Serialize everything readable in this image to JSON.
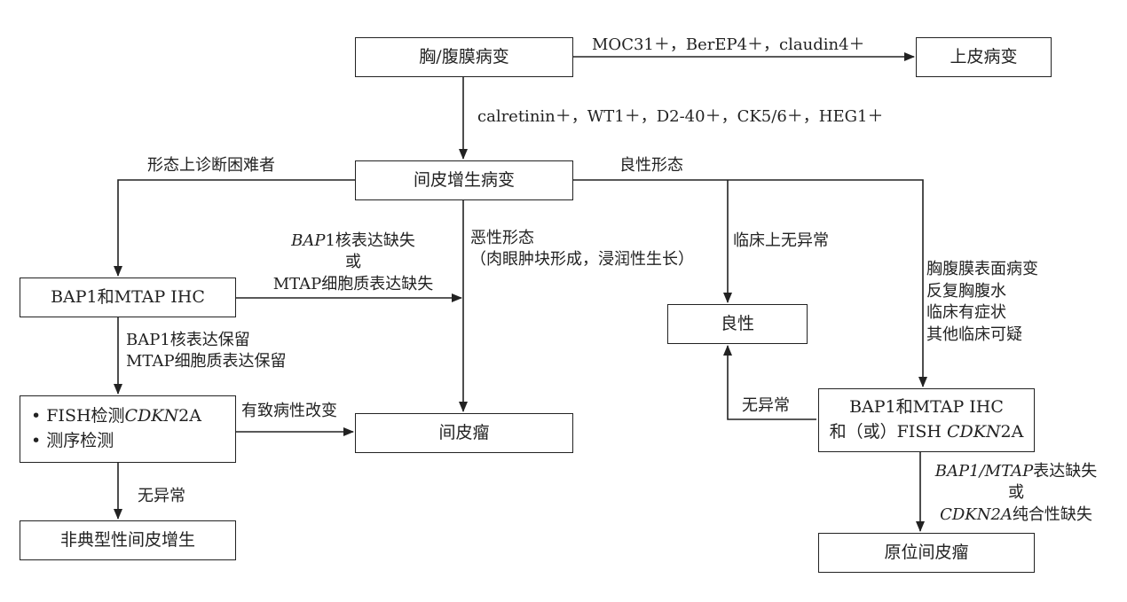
{
  "nodes": {
    "start": "胸/腹膜病变",
    "epithelial": "上皮病变",
    "proliferation": "间皮增生病变",
    "bap1_ihc": "BAP1和MTAP IHC",
    "benign": "良性",
    "fish_bullets": {
      "b1_prefix": "FISH检测",
      "b1_gene": "CDKN",
      "b1_gene_suffix": "2A",
      "b2": "测序检测"
    },
    "mesothelioma": "间皮瘤",
    "atypical": "非典型性间皮增生",
    "bap1_fish": {
      "line1": "BAP1和MTAP IHC",
      "line2_prefix": "和（或）FISH ",
      "line2_gene": "CDKN",
      "line2_suffix": "2A"
    },
    "insitu": "原位间皮瘤"
  },
  "edges": {
    "to_epithelial": "MOC31＋，BerEP4＋，claudin4＋",
    "to_proliferation": "calretinin＋，WT1＋，D2-40＋，CK5/6＋，HEG1＋",
    "difficult": "形态上诊断困难者",
    "benign_morph": "良性形态",
    "loss": {
      "gene": "BAP",
      "gene_num": "1",
      "line1_suffix": "核表达缺失",
      "line2": "或",
      "line3": "MTAP细胞质表达缺失"
    },
    "malignant": {
      "line1": "恶性形态",
      "line2": "（肉眼肿块形成，浸润性生长）"
    },
    "clinical_normal": "临床上无异常",
    "suspicious": {
      "line1": "胸腹膜表面病变",
      "line2": "反复胸腹水",
      "line3": "临床有症状",
      "line4": "其他临床可疑"
    },
    "retained": {
      "line1": "BAP1核表达保留",
      "line2": "MTAP细胞质表达保留"
    },
    "pathogenic": "有致病性改变",
    "no_abnormal_right": "无异常",
    "no_abnormal_bottom": "无异常",
    "insitu_criteria": {
      "line1_gene": "BAP1/MTAP",
      "line1_suffix": "表达缺失",
      "line2": "或",
      "line3_gene": "CDKN2A",
      "line3_suffix": "纯合性缺失"
    }
  }
}
